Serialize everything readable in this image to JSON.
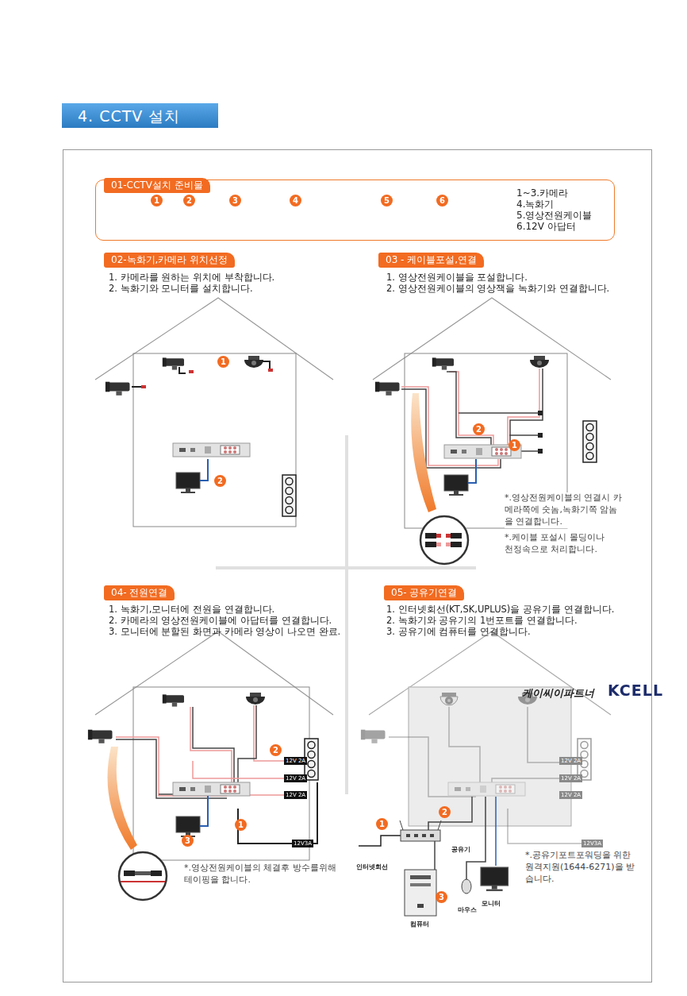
{
  "diagram": {
    "nodes": [
      {
        "text": [
          "4. CCTV 설치"
        ]
      },
      {
        "text": [
          "01-CCTV설치 준비물",
          "1~3.카메라",
          "4.녹화기",
          "5.영상전원케이블",
          "6.12V 아답터"
        ]
      },
      {
        "text": [
          "02-녹화기,카메라 위치선정"
        ]
      },
      {
        "text": [
          "03 - 케이블포설,연결"
        ]
      },
      {
        "text": [
          "04- 전원연결"
        ]
      },
      {
        "text": [
          "05- 공유기연결"
        ]
      }
    ],
    "labels": [
      "1",
      "2",
      "3",
      "4",
      "5",
      "6",
      "1. 카메라를 원하는 위치에 부착합니다.",
      "2. 녹화기와 모니터를 설치합니다.",
      "1",
      "2",
      "1. 영상전원케이블을 포설합니다.",
      "2. 영상전원케이블의 영상잭을 녹화기와 연결합니다.",
      "2",
      "1",
      "*.영상전원케이블의 연결시 카메라쪽에 숫놈,녹화기쪽 암놈을 연결합니다.",
      "*.케이블 포설시 몰딩이나 천정속으로 처리합니다.",
      "1. 녹화기,모니터에 전원을 연결합니다.",
      "2. 카메라의 영상전원케이블에 아답터를 연결합니다.",
      "3. 모니터에 분할된 화면과 카메라 영상이 나오면 완료.",
      "12V 2A",
      "12V 2A",
      "12V 2A",
      "12V3A",
      "2",
      "1",
      "3",
      "*.영상전원케이블의 체결후 방수를위해 테이핑을 합니다.",
      "1. 인터넷회선(KT,SK,UPLUS)을 공유기를 연결합니다.",
      "2. 녹화기와 공유기의 1번포트를 연결합니다.",
      "3. 공유기에 컴퓨터를 연결합니다.",
      "케이씨이파트너",
      "KCELL",
      "12V 2A",
      "12V 2A",
      "12V 2A",
      "12V3A",
      "1",
      "2",
      "인터넷회선",
      "공유기",
      "마우스",
      "모니터",
      "3",
      "컴퓨터",
      "*.공유기포트포워딩을 위한 원격지원(1644-6271)을 받습니다."
    ]
  }
}
